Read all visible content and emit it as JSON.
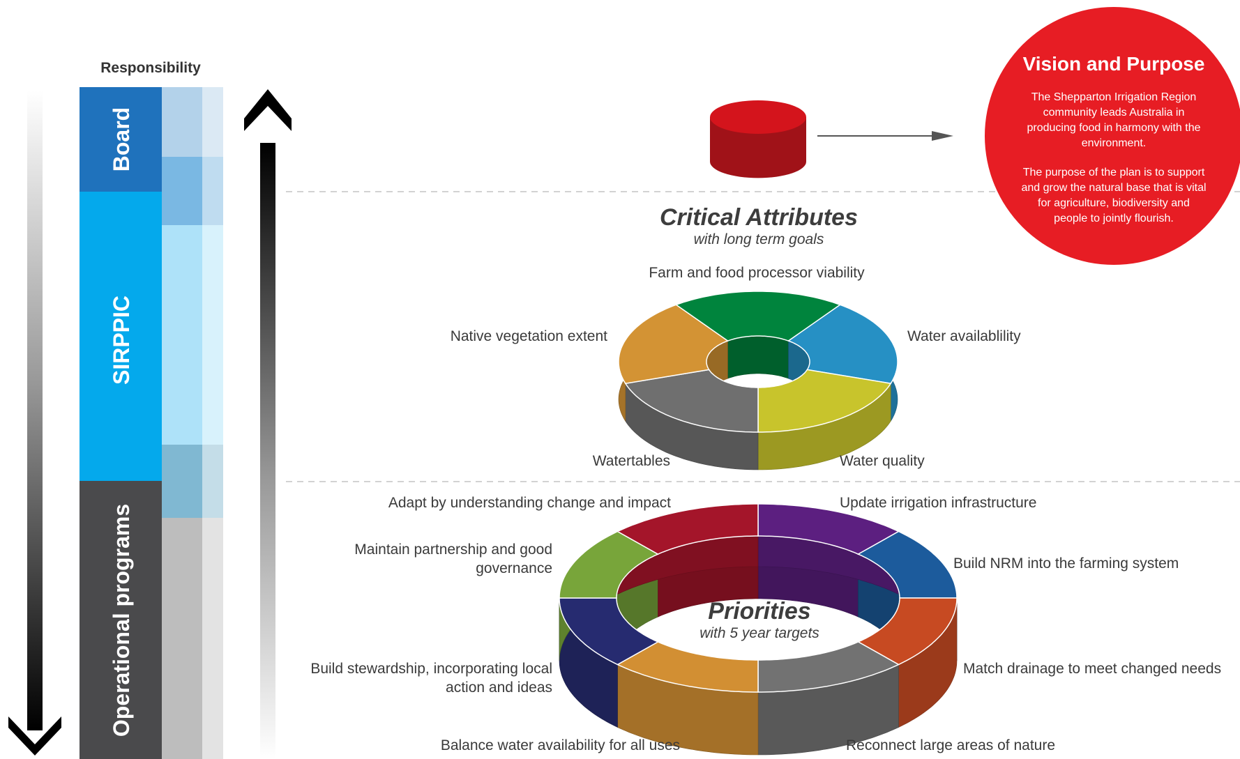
{
  "responsibility": {
    "heading": "Responsibility",
    "board": "Board",
    "sirppic": "SIRPPIC",
    "operational": "Operational programs"
  },
  "vision": {
    "title": "Vision and Purpose",
    "lines1": [
      "The Shepparton Irrigation Region",
      "community leads Australia in",
      "producing food in harmony with the",
      "environment."
    ],
    "lines2": [
      "The purpose of the plan is to support",
      "and grow the natural base that is vital",
      "for agriculture, biodiversity and",
      "people to jointly flourish."
    ]
  },
  "critical": {
    "title": "Critical Attributes",
    "subtitle": "with long term goals",
    "segments": [
      {
        "label": "Farm and food processor viability",
        "color": "#00843d"
      },
      {
        "label": "Water availablility",
        "color": "#2690c4"
      },
      {
        "label": "Water quality",
        "color": "#c8c42c"
      },
      {
        "label": "Watertables",
        "color": "#6f6f6f"
      },
      {
        "label": "Native vegetation extent",
        "color": "#d39334"
      }
    ]
  },
  "priorities": {
    "title": "Priorities",
    "subtitle": "with 5 year targets",
    "segments": [
      {
        "label": "Update irrigation infrastructure",
        "color": "#5c1f80"
      },
      {
        "label": "Build NRM into the farming system",
        "color": "#1c5b9c"
      },
      {
        "label": "Match drainage to meet changed needs",
        "color": "#c74a22"
      },
      {
        "label": "Reconnect large areas of nature",
        "color": "#727272"
      },
      {
        "label": "Balance water availability for all uses",
        "color": "#d28f33"
      },
      {
        "label": "Build stewardship, incorporating local action and ideas",
        "color": "#262b70"
      },
      {
        "label": "Maintain partnership and good governance",
        "color": "#78a53a"
      },
      {
        "label": "Adapt by understanding change and impact",
        "color": "#a4152a"
      }
    ]
  }
}
